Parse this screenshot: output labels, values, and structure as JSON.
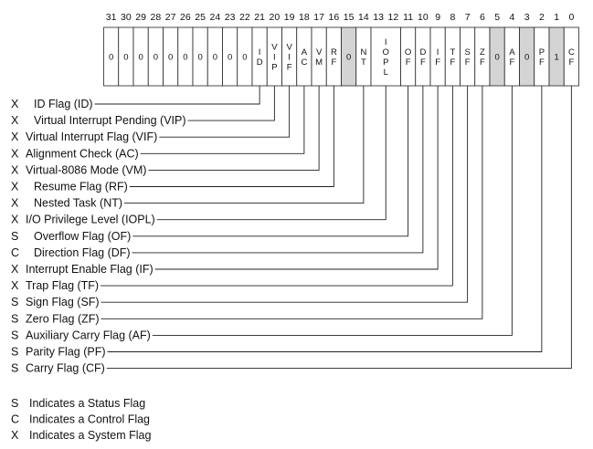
{
  "register": {
    "bits": [
      {
        "num": "31",
        "chars": [
          "0"
        ],
        "shaded": false
      },
      {
        "num": "30",
        "chars": [
          "0"
        ],
        "shaded": false
      },
      {
        "num": "29",
        "chars": [
          "0"
        ],
        "shaded": false
      },
      {
        "num": "28",
        "chars": [
          "0"
        ],
        "shaded": false
      },
      {
        "num": "27",
        "chars": [
          "0"
        ],
        "shaded": false
      },
      {
        "num": "26",
        "chars": [
          "0"
        ],
        "shaded": false
      },
      {
        "num": "25",
        "chars": [
          "0"
        ],
        "shaded": false
      },
      {
        "num": "24",
        "chars": [
          "0"
        ],
        "shaded": false
      },
      {
        "num": "23",
        "chars": [
          "0"
        ],
        "shaded": false
      },
      {
        "num": "22",
        "chars": [
          "0"
        ],
        "shaded": false
      },
      {
        "num": "21",
        "chars": [
          "I",
          "D"
        ],
        "shaded": false
      },
      {
        "num": "20",
        "chars": [
          "V",
          "I",
          "P"
        ],
        "shaded": false
      },
      {
        "num": "19",
        "chars": [
          "V",
          "I",
          "F"
        ],
        "shaded": false
      },
      {
        "num": "18",
        "chars": [
          "A",
          "C"
        ],
        "shaded": false
      },
      {
        "num": "17",
        "chars": [
          "V",
          "M"
        ],
        "shaded": false
      },
      {
        "num": "16",
        "chars": [
          "R",
          "F"
        ],
        "shaded": false
      },
      {
        "num": "15",
        "chars": [
          "0"
        ],
        "shaded": true
      },
      {
        "num": "14",
        "chars": [
          "N",
          "T"
        ],
        "shaded": false
      },
      {
        "num": "13",
        "chars": [
          "I",
          "O",
          "P",
          "L"
        ],
        "shaded": false,
        "span": 2
      },
      {
        "num": "12",
        "chars": [],
        "shaded": false,
        "merged": true
      },
      {
        "num": "11",
        "chars": [
          "O",
          "F"
        ],
        "shaded": false
      },
      {
        "num": "10",
        "chars": [
          "D",
          "F"
        ],
        "shaded": false
      },
      {
        "num": "9",
        "chars": [
          "I",
          "F"
        ],
        "shaded": false
      },
      {
        "num": "8",
        "chars": [
          "T",
          "F"
        ],
        "shaded": false
      },
      {
        "num": "7",
        "chars": [
          "S",
          "F"
        ],
        "shaded": false
      },
      {
        "num": "6",
        "chars": [
          "Z",
          "F"
        ],
        "shaded": false
      },
      {
        "num": "5",
        "chars": [
          "0"
        ],
        "shaded": true
      },
      {
        "num": "4",
        "chars": [
          "A",
          "F"
        ],
        "shaded": false
      },
      {
        "num": "3",
        "chars": [
          "0"
        ],
        "shaded": true
      },
      {
        "num": "2",
        "chars": [
          "P",
          "F"
        ],
        "shaded": false
      },
      {
        "num": "1",
        "chars": [
          "1"
        ],
        "shaded": true
      },
      {
        "num": "0",
        "chars": [
          "C",
          "F"
        ],
        "shaded": false
      }
    ]
  },
  "flags": [
    {
      "type": "X",
      "label": "ID Flag (ID)",
      "bit": 21,
      "indent": true
    },
    {
      "type": "X",
      "label": "Virtual Interrupt Pending (VIP)",
      "bit": 20,
      "indent": true
    },
    {
      "type": "X",
      "label": "Virtual Interrupt Flag (VIF)",
      "bit": 19,
      "indent": false
    },
    {
      "type": "X",
      "label": "Alignment Check (AC)",
      "bit": 18,
      "indent": false
    },
    {
      "type": "X",
      "label": "Virtual-8086 Mode (VM)",
      "bit": 17,
      "indent": false
    },
    {
      "type": "X",
      "label": "Resume Flag (RF)",
      "bit": 16,
      "indent": true
    },
    {
      "type": "X",
      "label": "Nested Task (NT)",
      "bit": 14,
      "indent": true
    },
    {
      "type": "X",
      "label": "I/O Privilege Level (IOPL)",
      "bit": 12.5,
      "indent": false
    },
    {
      "type": "S",
      "label": "Overflow Flag (OF)",
      "bit": 11,
      "indent": true
    },
    {
      "type": "C",
      "label": "Direction Flag (DF)",
      "bit": 10,
      "indent": true
    },
    {
      "type": "X",
      "label": "Interrupt Enable Flag (IF)",
      "bit": 9,
      "indent": false
    },
    {
      "type": "X",
      "label": "Trap Flag (TF)",
      "bit": 8,
      "indent": false
    },
    {
      "type": "S",
      "label": "Sign Flag (SF)",
      "bit": 7,
      "indent": false
    },
    {
      "type": "S",
      "label": "Zero Flag (ZF)",
      "bit": 6,
      "indent": false
    },
    {
      "type": "S",
      "label": "Auxiliary Carry Flag (AF)",
      "bit": 4,
      "indent": false
    },
    {
      "type": "S",
      "label": "Parity Flag (PF)",
      "bit": 2,
      "indent": false
    },
    {
      "type": "S",
      "label": "Carry Flag (CF)",
      "bit": 0,
      "indent": false
    }
  ],
  "legend": [
    {
      "key": "S",
      "text": "Indicates a Status Flag"
    },
    {
      "key": "C",
      "text": "Indicates a Control Flag"
    },
    {
      "key": "X",
      "text": "Indicates a System Flag"
    }
  ],
  "colors": {
    "shaded_cell": "#d4d4d4",
    "line": "#222222",
    "text": "#111111"
  }
}
